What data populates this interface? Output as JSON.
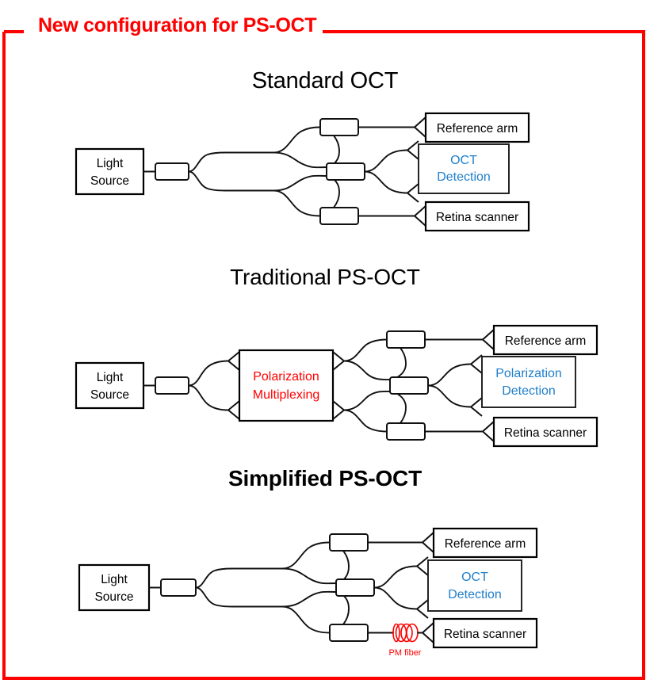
{
  "frame": {
    "title": "New configuration for PS-OCT",
    "border_color": "#FF0000",
    "title_color": "#FF0000"
  },
  "colors": {
    "detection_blue": "#1f7ecb",
    "highlight_red": "#FF0000",
    "line_black": "#111111"
  },
  "panels": [
    {
      "id": "standard-oct",
      "title": "Standard OCT",
      "title_bold": false,
      "source_label_line1": "Light",
      "source_label_line2": "Source",
      "has_multiplexing_box": false,
      "has_pm_fiber": false,
      "outputs": [
        {
          "label": "Reference arm",
          "color": "#000000"
        },
        {
          "label_line1": "OCT",
          "label_line2": "Detection",
          "color": "#1f7ecb"
        },
        {
          "label": "Retina scanner",
          "color": "#000000"
        }
      ]
    },
    {
      "id": "traditional-ps-oct",
      "title": "Traditional PS-OCT",
      "title_bold": false,
      "source_label_line1": "Light",
      "source_label_line2": "Source",
      "has_multiplexing_box": true,
      "multiplexing_line1": "Polarization",
      "multiplexing_line2": "Multiplexing",
      "multiplexing_color": "#FF0000",
      "has_pm_fiber": false,
      "outputs": [
        {
          "label": "Reference arm",
          "color": "#000000"
        },
        {
          "label_line1": "Polarization",
          "label_line2": "Detection",
          "color": "#1f7ecb"
        },
        {
          "label": "Retina scanner",
          "color": "#000000"
        }
      ]
    },
    {
      "id": "simplified-ps-oct",
      "title": "Simplified PS-OCT",
      "title_bold": true,
      "source_label_line1": "Light",
      "source_label_line2": "Source",
      "has_multiplexing_box": false,
      "has_pm_fiber": true,
      "pm_fiber_label": "PM fiber",
      "pm_fiber_color": "#FF0000",
      "outputs": [
        {
          "label": "Reference arm",
          "color": "#000000"
        },
        {
          "label_line1": "OCT",
          "label_line2": "Detection",
          "color": "#1f7ecb"
        },
        {
          "label": "Retina scanner",
          "color": "#000000"
        }
      ]
    }
  ]
}
